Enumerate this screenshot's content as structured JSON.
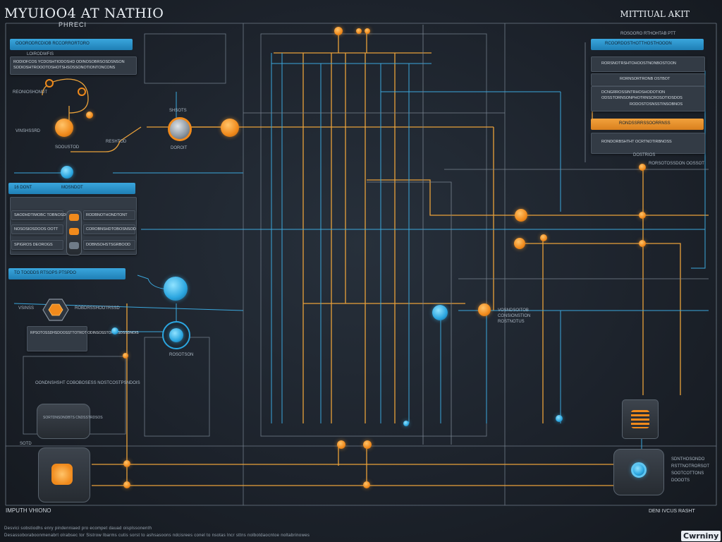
{
  "header": {
    "title": "MYUIOO4 AT NATHIO",
    "subtitle": "PHRECI",
    "right_title": "MITTIUAL AKIT"
  },
  "footer": {
    "left_label": "IMPUTH VHIONO",
    "right_label": "DENI IVCUS RASHT",
    "brand": "Cwrniny",
    "line1": "Desvici sobstiodhs enry pindenniaed pro ecompet dauad oisplssonenth",
    "line2": "Desassoboraboonmenabrt olrabsec tor Sistrow Ibarms cutis sorst to ashsasoons ndcisrees conel to nsotas lncr sttns nolbotdaocntoe noltabrinowes"
  },
  "left_panels": {
    "top_bar": "OOORODRCDIOB RCCORRORTORO",
    "top_caption": "LOIRODWFIS",
    "top_panel_line1": "RODIOFCOS YCDOSHTIODOSHD ODINOSOBRSOSDSNSON",
    "top_panel_line2": "SODIOSHTROOOTOSHOTSHSOSSONOTIONTONCONS",
    "mid_bar_left": "16 DONT",
    "mid_bar_right": "MOSNDOT",
    "mid_rows": [
      {
        "left": "SAODHDTIMOBC TOBNOSDOS",
        "right": "RODBNOTHONDTONT"
      },
      {
        "left": "NOSOSIOSDOOS OOTT",
        "right": "COROBNSHDTOBOSNSOD"
      },
      {
        "left": "SPIGROS DEOROGS",
        "right": "DOBNSOHSTSGRBOOD"
      }
    ],
    "low_bar": "TO TOODDS RTSOPS PTSPDO"
  },
  "left_nodes": {
    "cluster_label": "REONIOSHONDT",
    "node_label_1": "VINSHSSRD",
    "node_label_2": "SOOUSTOD",
    "node_label_3": "RESHTOD",
    "icon_label": "VSINSS",
    "icon_caption": "ROBDRSSHOOTRSSD",
    "panel_text": "RPSOTOSSDHSDOOSSTTOTROT ODINSOSSTOPTBSDSSDNOIS",
    "lower_text": "OONDNSHSHT COBOBOSESS NOSTCOSTPSNDOIS",
    "device_text": "SORTDNSDNDBTS CNDSSTRDSOS",
    "bottom_label": "SOTD"
  },
  "center": {
    "node_caption": "DOROIT",
    "hub_label": "SHSOTS",
    "mid_label": "ROSOTSON",
    "orange_node_label": "VOSNDSOITOB CONSIONSTION ROSTNOTUS"
  },
  "right_panels": {
    "top_caption": "ROSOORO RTHOHTAB PTT",
    "blue_bar": "RCOORDOSTHOTTHOSTHOOON",
    "rows": [
      "RORSNOTRSHTOHOOSTNONBOSTOON",
      "RORNSORTRONB OSTBOT",
      "DCNGRROSSINTRHOSHODOTION",
      "ODSSTORNSONPHOTRNSCROSOTIOSDOS",
      "RODOSTOSNSSTINSOBNOS"
    ],
    "orange_bar": "RONDSSRRSSOORRNSS",
    "orange_panel_line": "RONDORBSHTHT OCRTNOTIRBNOSS",
    "under_label": "DOSTRIOS",
    "connector_label": "RORSOTOSSDON OOSSOT",
    "device_label_1": "SDNTHOSONDO",
    "device_label_2": "RSTTNOTRORSOT",
    "device_label_3": "SOOTCOTTONS",
    "device_label_4": "DOOOTS"
  },
  "colors": {
    "background": "#1d232c",
    "wire_orange": "#e9a13a",
    "wire_blue": "#3ba7dc",
    "wire_grey": "#6f7b88",
    "accent_orange": "#f08a1c",
    "accent_blue": "#2ba6e0"
  },
  "icons": [
    "hexagon-cpu-icon",
    "database-stack-icon",
    "circular-sync-icon"
  ]
}
